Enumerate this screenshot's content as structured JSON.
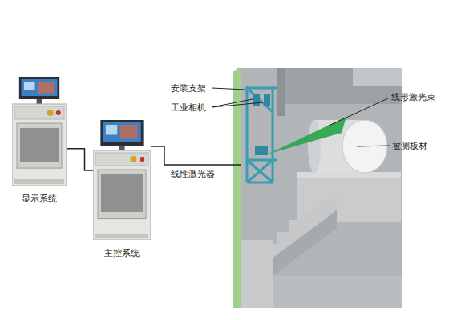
{
  "diagram": {
    "nodes": [
      {
        "text": [
          "显示系统"
        ]
      },
      {
        "text": [
          "主控系统"
        ]
      }
    ],
    "edges": [
      {
        "from": 0,
        "to": 1,
        "arrow": "none"
      }
    ],
    "labels": [
      "安装支架",
      "工业相机",
      "线形激光束",
      "被测板材",
      "线性激光器"
    ]
  }
}
